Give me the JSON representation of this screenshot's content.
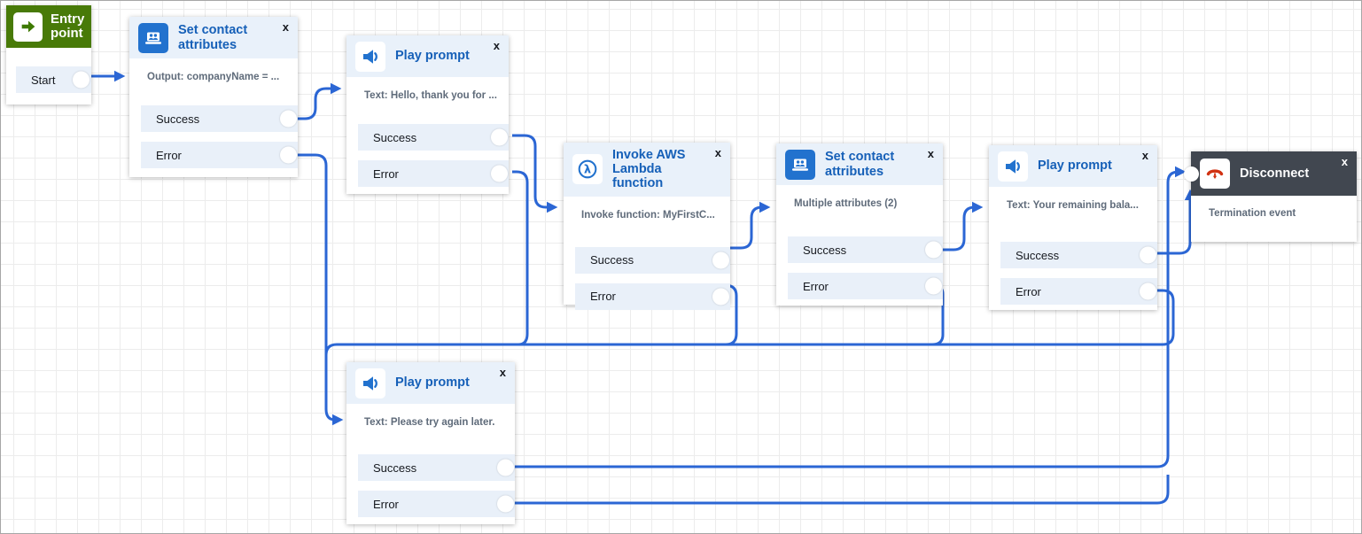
{
  "ui": {
    "close_label": "x"
  },
  "entry_node": {
    "header": "Entry point",
    "row": "Start"
  },
  "nodes": {
    "set_attr_1": {
      "title": "Set contact attributes",
      "desc": "Output: companyName = ...",
      "success": "Success",
      "error": "Error"
    },
    "play_prompt_1": {
      "title": "Play prompt",
      "desc": "Text: Hello, thank you for ...",
      "success": "Success",
      "error": "Error"
    },
    "lambda": {
      "title": "Invoke AWS Lambda function",
      "desc": "Invoke function: MyFirstC...",
      "success": "Success",
      "error": "Error"
    },
    "set_attr_2": {
      "title": "Set contact attributes",
      "desc": "Multiple attributes (2)",
      "success": "Success",
      "error": "Error"
    },
    "play_prompt_2": {
      "title": "Play prompt",
      "desc": "Text: Your remaining bala...",
      "success": "Success",
      "error": "Error"
    },
    "disconnect": {
      "title": "Disconnect",
      "desc": "Termination event"
    },
    "play_prompt_3": {
      "title": "Play prompt",
      "desc": "Text: Please try again later.",
      "success": "Success",
      "error": "Error"
    }
  },
  "icons": {
    "entry": "entry-arrow-icon",
    "set_contact_attributes": "contact-attributes-icon",
    "play_prompt": "speaker-icon",
    "lambda": "lambda-icon",
    "disconnect": "phone-disconnect-icon"
  },
  "palette": {
    "connector_blue": "#2b66d4",
    "title_blue": "#1660b8",
    "icon_blue": "#2272ce",
    "header_light": "#e9f1fa",
    "row_bg": "#e9f0f9",
    "entry_green": "#487a08",
    "disconnect_dark": "#414750",
    "disconnect_red": "#d13212"
  }
}
